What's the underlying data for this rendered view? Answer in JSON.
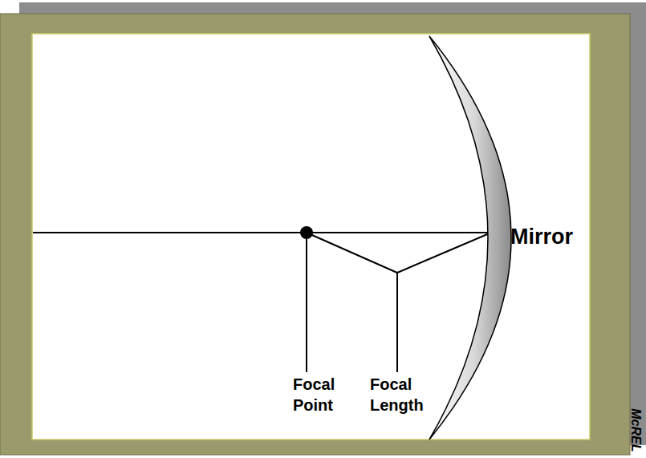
{
  "diagram": {
    "labels": [
      "Focal Point",
      "Focal Length",
      "Mirror",
      "McREL"
    ]
  }
}
